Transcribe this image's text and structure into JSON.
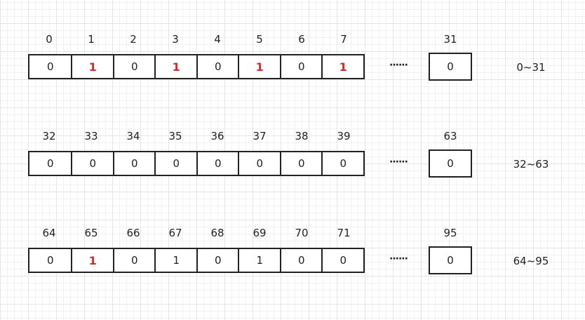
{
  "rows": [
    {
      "indices": [
        "0",
        "1",
        "2",
        "3",
        "4",
        "5",
        "6",
        "7"
      ],
      "bits": [
        "0",
        "1",
        "0",
        "1",
        "0",
        "1",
        "0",
        "1"
      ],
      "highlighted": [
        false,
        true,
        false,
        true,
        false,
        true,
        false,
        true
      ],
      "ellipsis": "······",
      "last_index": "31",
      "last_bit": "0",
      "range": "0~31"
    },
    {
      "indices": [
        "32",
        "33",
        "34",
        "35",
        "36",
        "37",
        "38",
        "39"
      ],
      "bits": [
        "0",
        "0",
        "0",
        "0",
        "0",
        "0",
        "0",
        "0"
      ],
      "highlighted": [
        false,
        false,
        false,
        false,
        false,
        false,
        false,
        false
      ],
      "ellipsis": "······",
      "last_index": "63",
      "last_bit": "0",
      "range": "32~63"
    },
    {
      "indices": [
        "64",
        "65",
        "66",
        "67",
        "68",
        "69",
        "70",
        "71"
      ],
      "bits": [
        "0",
        "1",
        "0",
        "1",
        "0",
        "1",
        "0",
        "0"
      ],
      "highlighted": [
        false,
        true,
        false,
        false,
        false,
        false,
        false,
        false
      ],
      "ellipsis": "······",
      "last_index": "95",
      "last_bit": "0",
      "range": "64~95"
    }
  ],
  "colors": {
    "highlight": "#d92b2b",
    "border": "#222222",
    "grid": "#e4e4e4"
  }
}
